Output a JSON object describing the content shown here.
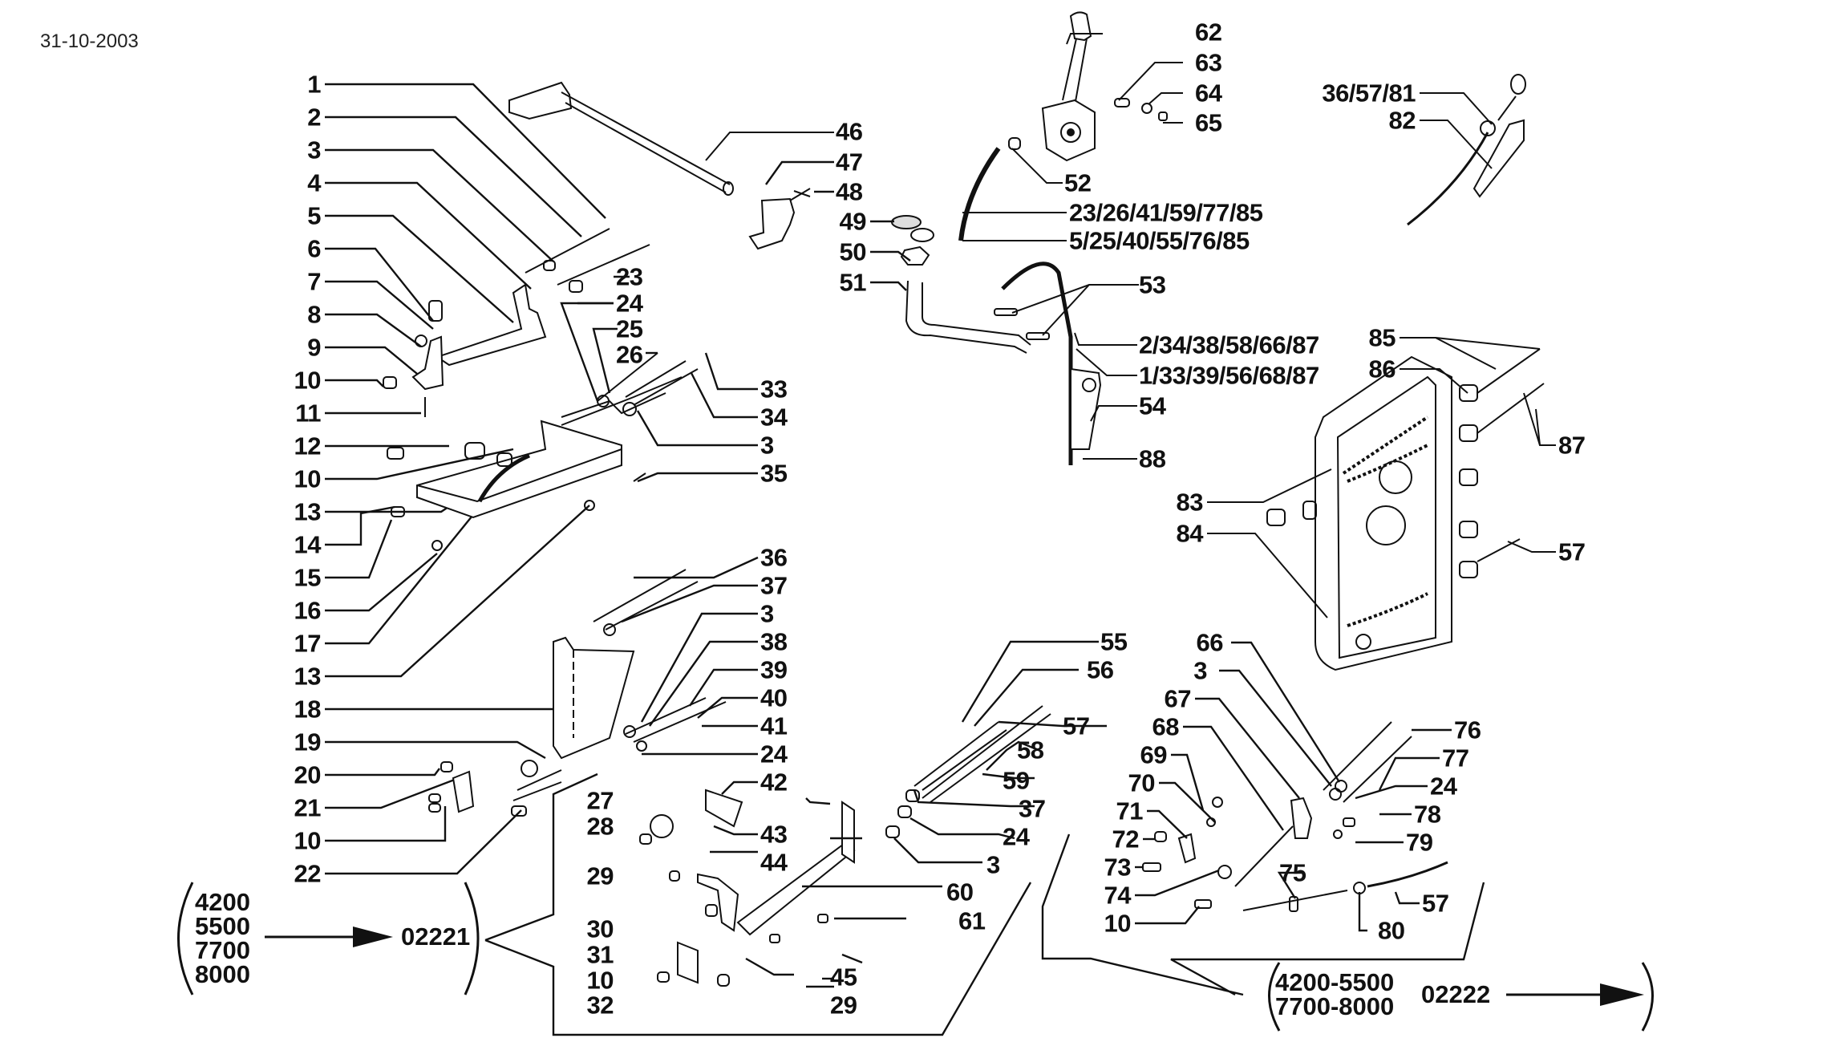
{
  "header": {
    "date": "31-10-2003"
  },
  "left_column_labels": [
    "1",
    "2",
    "3",
    "4",
    "5",
    "6",
    "7",
    "8",
    "9",
    "10",
    "11",
    "12",
    "10",
    "13",
    "14",
    "15",
    "16",
    "17",
    "13",
    "18",
    "19",
    "20",
    "21",
    "10",
    "22"
  ],
  "callouts": {
    "a": [
      "23",
      "24",
      "25",
      "26"
    ],
    "b": [
      "33",
      "34",
      "3",
      "35"
    ],
    "c": [
      "36",
      "37",
      "3",
      "38",
      "39",
      "40",
      "41",
      "24",
      "42",
      "43",
      "44"
    ],
    "d": [
      "27",
      "28",
      "29",
      "30",
      "31",
      "10",
      "32",
      "45",
      "29"
    ],
    "e": [
      "55",
      "56",
      "57",
      "58",
      "59",
      "37",
      "24",
      "3",
      "60",
      "61"
    ],
    "f": [
      "46",
      "47",
      "48",
      "49",
      "50",
      "51"
    ],
    "g": [
      "62",
      "63",
      "64",
      "65",
      "52"
    ],
    "cable_shared_1": "23/26/41/59/77/85",
    "cable_shared_2": "5/25/40/55/76/85",
    "h": [
      "53"
    ],
    "cable_shared_3": "2/34/38/58/66/87",
    "cable_shared_4": "1/33/39/56/68/87",
    "i": [
      "54",
      "88"
    ],
    "j": [
      "36/57/81",
      "82"
    ],
    "k": [
      "85",
      "86",
      "87",
      "83",
      "84",
      "57"
    ],
    "l": [
      "66",
      "3",
      "67",
      "68",
      "69",
      "70",
      "71",
      "72",
      "73",
      "74",
      "10"
    ],
    "m": [
      "76",
      "77",
      "24",
      "78",
      "79",
      "75",
      "57",
      "80"
    ]
  },
  "model_groups": [
    {
      "models": [
        "4200",
        "5500",
        "7700",
        "8000"
      ],
      "code": "02221",
      "arrow": "right-arrow"
    },
    {
      "models": [
        "4200-5500",
        "7700-8000"
      ],
      "code": "02222",
      "arrow": "right-arrow"
    }
  ]
}
